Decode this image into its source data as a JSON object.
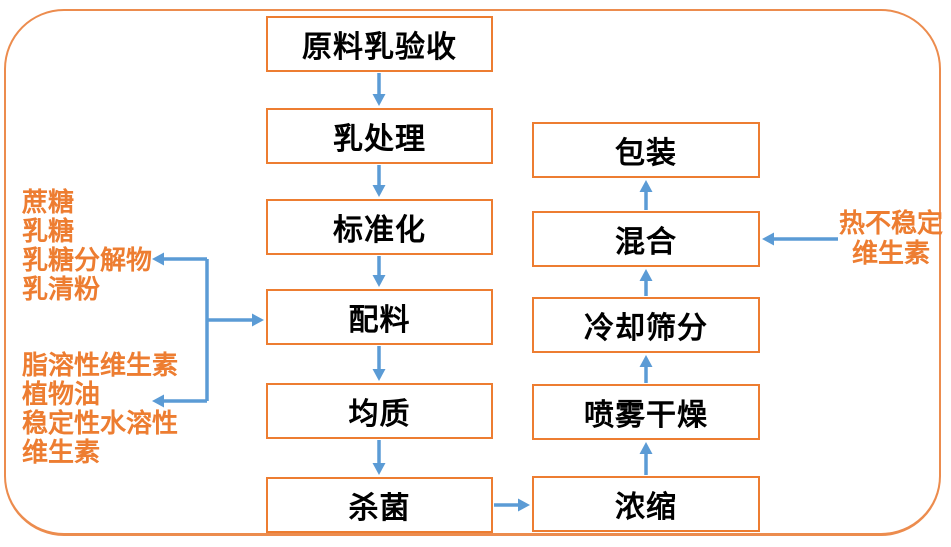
{
  "colors": {
    "box_border": "#ED7D31",
    "frame_border": "#EC8C4E",
    "arrow_blue": "#5B9BD5",
    "annotation_orange": "#ED7D31",
    "box_text": "#000000",
    "background": "#FFFFFF"
  },
  "flow": {
    "left_column": [
      "原料乳验收",
      "乳处理",
      "标准化",
      "配料",
      "均质",
      "杀菌"
    ],
    "right_column": [
      "包装",
      "混合",
      "冷却筛分",
      "喷雾干燥",
      "浓缩"
    ]
  },
  "annotations": {
    "sugars": [
      "蔗糖",
      "乳糖",
      "乳糖分解物",
      "乳清粉"
    ],
    "oils_vitamins": [
      "脂溶性维生素",
      "植物油",
      "稳定性水溶性",
      "维生素"
    ],
    "heat_unstable": [
      "热不稳定",
      "维生素"
    ]
  }
}
